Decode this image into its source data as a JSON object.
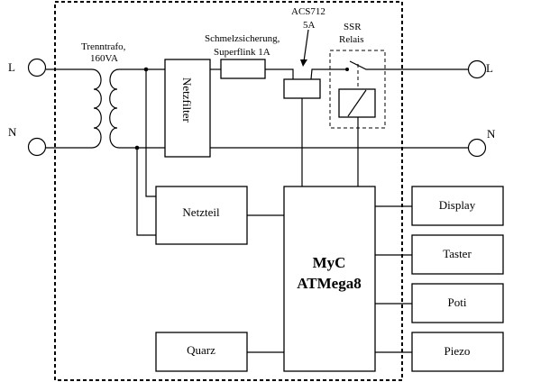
{
  "diagram": {
    "terminals": {
      "left_l": "L",
      "left_n": "N",
      "right_l": "L",
      "right_n": "N"
    },
    "transformer": {
      "label_line1": "Trenntrafo,",
      "label_line2": "160VA"
    },
    "netzfilter": {
      "label": "Netzfilter"
    },
    "fuse": {
      "label_line1": "Schmelzsicherung,",
      "label_line2": "Superflink 1A"
    },
    "current_sensor": {
      "label_line1": "ACS712",
      "label_line2": "5A"
    },
    "relay": {
      "label_line1": "SSR",
      "label_line2": "Relais"
    },
    "netzteil": {
      "label": "Netzteil"
    },
    "quarz": {
      "label": "Quarz"
    },
    "mcu": {
      "label_line1": "MyC",
      "label_line2": "ATMega8"
    },
    "peripherals": [
      {
        "label": "Display"
      },
      {
        "label": "Taster"
      },
      {
        "label": "Poti"
      },
      {
        "label": "Piezo"
      }
    ]
  }
}
